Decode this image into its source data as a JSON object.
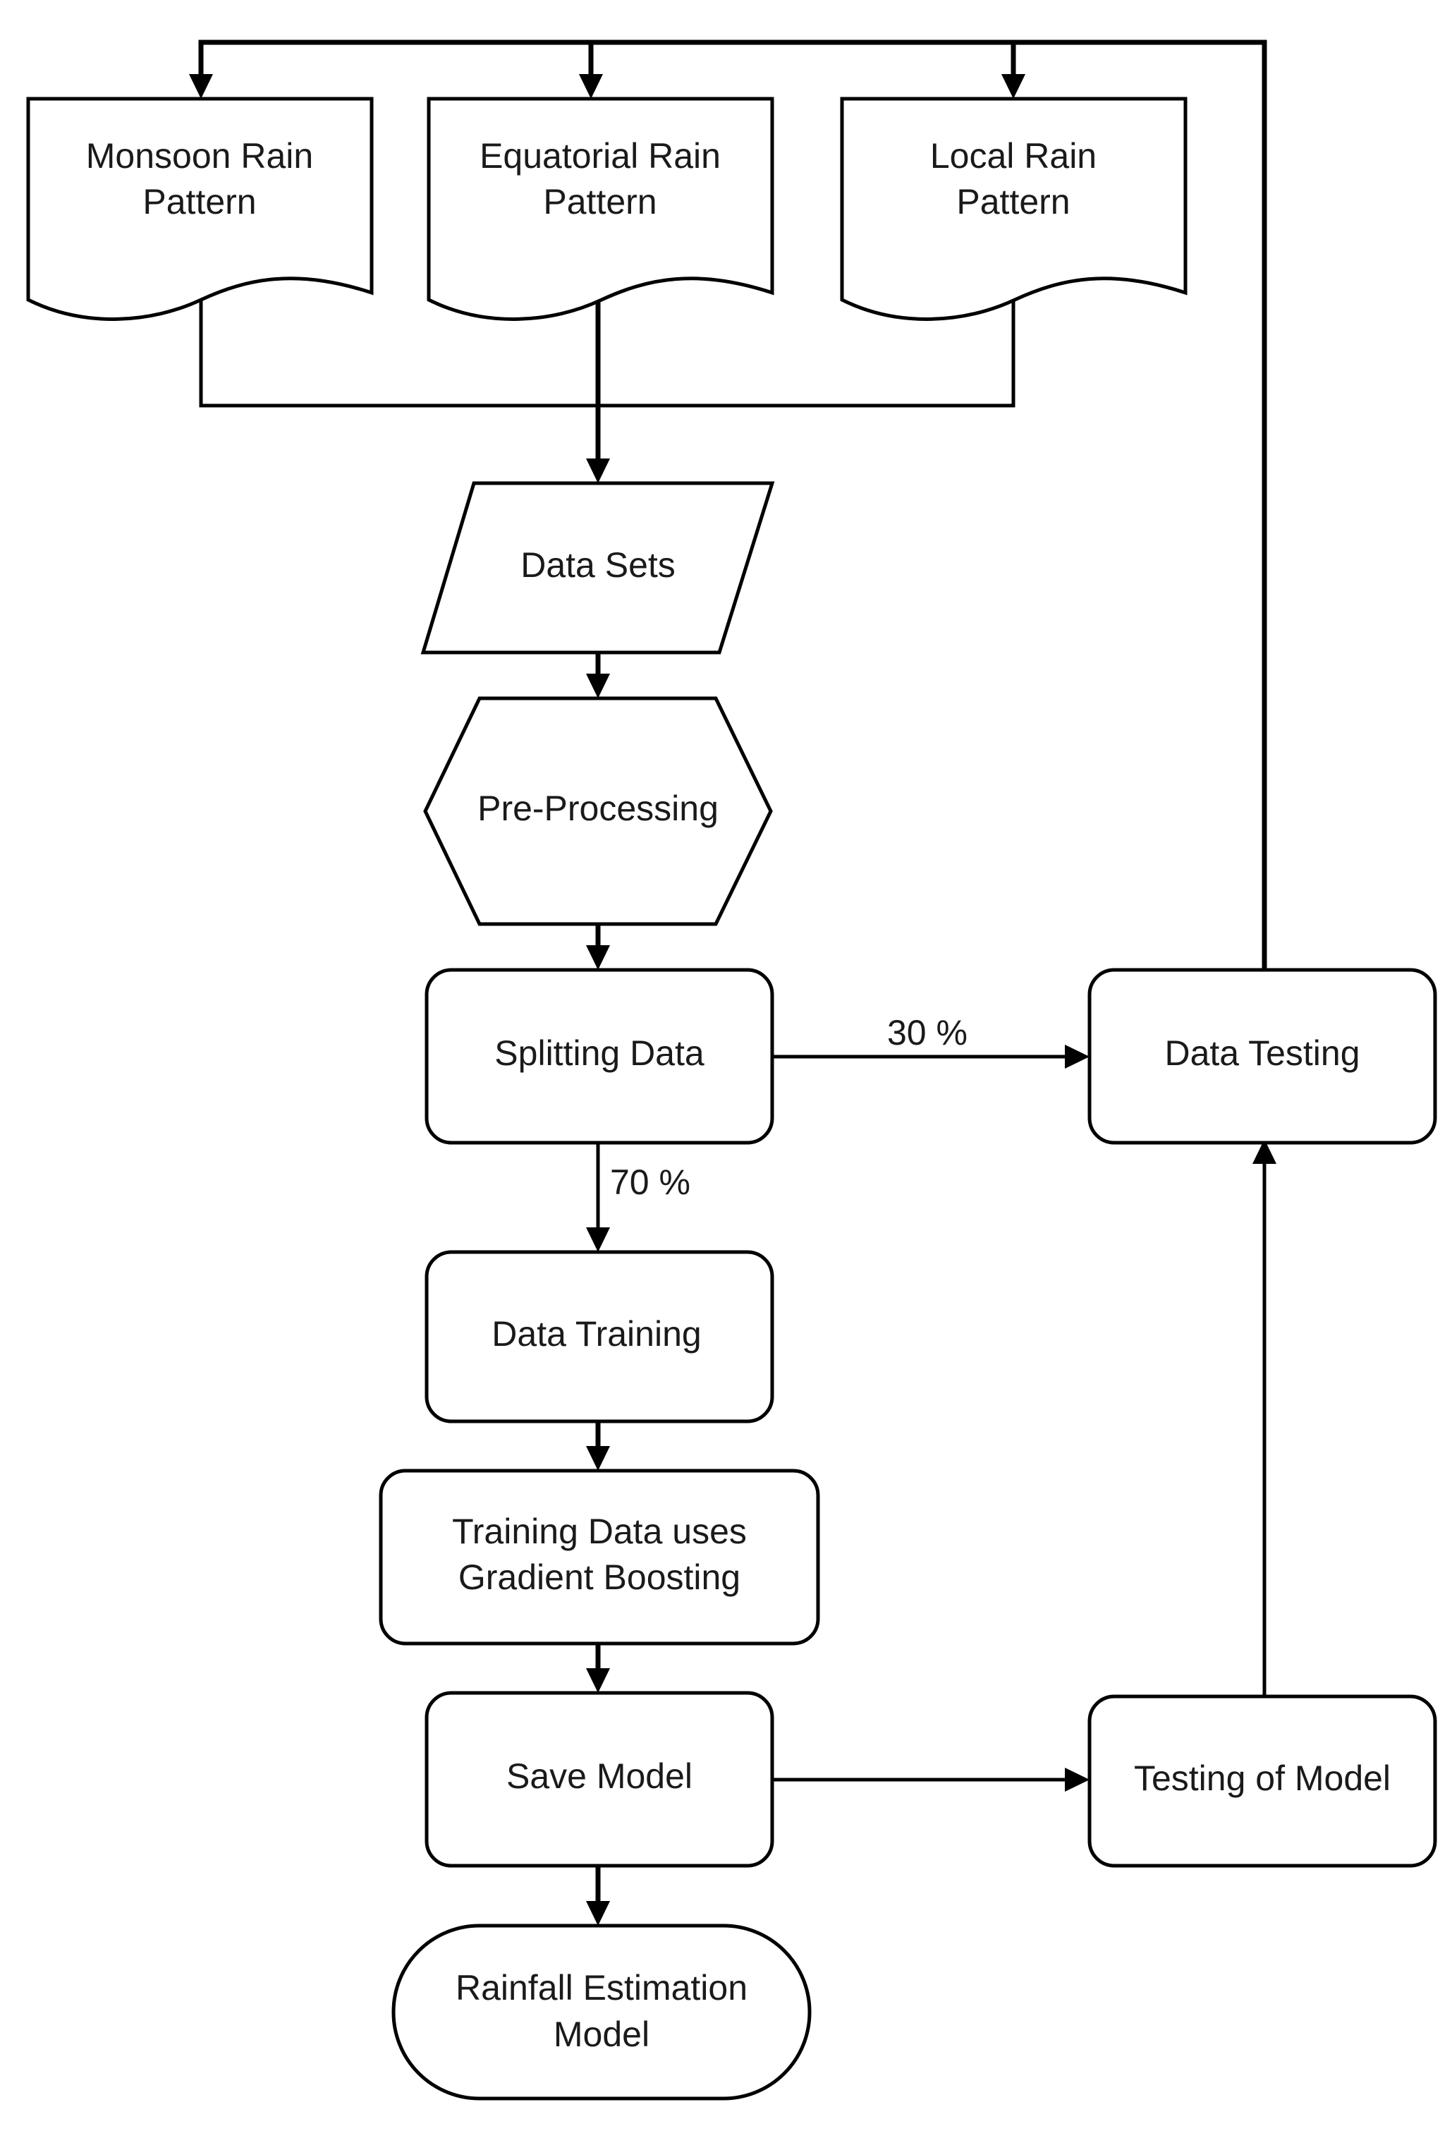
{
  "nodes": {
    "monsoon": {
      "line1": "Monsoon Rain",
      "line2": "Pattern"
    },
    "equatorial": {
      "line1": "Equatorial Rain",
      "line2": "Pattern"
    },
    "local": {
      "line1": "Local Rain",
      "line2": "Pattern"
    },
    "data_sets": "Data Sets",
    "pre_processing": "Pre-Processing",
    "splitting_data": "Splitting Data",
    "data_testing": "Data Testing",
    "data_training": "Data Training",
    "gradient_boosting": {
      "line1": "Training Data uses",
      "line2": "Gradient Boosting"
    },
    "save_model": "Save Model",
    "testing_of_model": "Testing of Model",
    "rainfall_model": {
      "line1": "Rainfall Estimation",
      "line2": "Model"
    }
  },
  "edges": {
    "split_to_testing": "30 %",
    "split_to_training": "70 %"
  }
}
